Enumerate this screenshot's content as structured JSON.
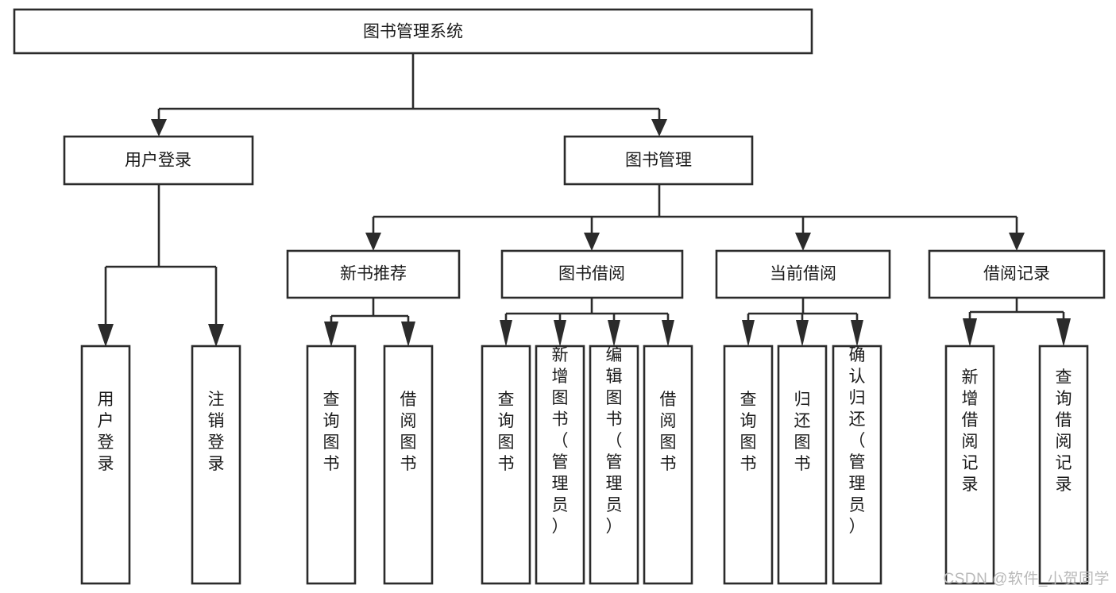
{
  "diagram": {
    "title": "图书管理系统",
    "type": "tree",
    "watermark": "CSDN @软件_小贺同学",
    "colors": {
      "stroke": "#2b2b2b",
      "fill": "#ffffff",
      "text": "#1a1a1a",
      "watermark": "#b9b9b9",
      "background": "#ffffff"
    },
    "levels": {
      "root": {
        "label": "图书管理系统"
      },
      "level2": [
        {
          "label": "用户登录"
        },
        {
          "label": "图书管理"
        }
      ],
      "level3": [
        {
          "label": "新书推荐"
        },
        {
          "label": "图书借阅"
        },
        {
          "label": "当前借阅"
        },
        {
          "label": "借阅记录"
        }
      ]
    },
    "groups": [
      {
        "parent": "用户登录",
        "leaves": [
          {
            "label": "用户登录"
          },
          {
            "label": "注销登录"
          }
        ]
      },
      {
        "parent": "新书推荐",
        "leaves": [
          {
            "label": "查询图书"
          },
          {
            "label": "借阅图书"
          }
        ]
      },
      {
        "parent": "图书借阅",
        "leaves": [
          {
            "label": "查询图书"
          },
          {
            "label": "新增图书（管理员）"
          },
          {
            "label": "编辑图书（管理员）"
          },
          {
            "label": "借阅图书"
          }
        ]
      },
      {
        "parent": "当前借阅",
        "leaves": [
          {
            "label": "查询图书"
          },
          {
            "label": "归还图书"
          },
          {
            "label": "确认归还（管理员）"
          }
        ]
      },
      {
        "parent": "借阅记录",
        "leaves": [
          {
            "label": "新增借阅记录"
          },
          {
            "label": "查询借阅记录"
          }
        ]
      }
    ]
  }
}
